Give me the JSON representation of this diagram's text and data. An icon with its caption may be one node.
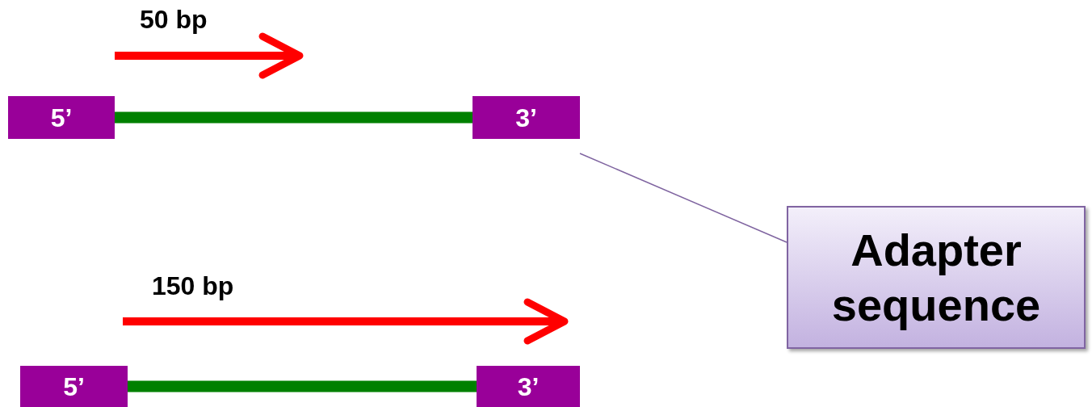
{
  "diagram": {
    "nodes": [
      {
        "text": [
          "5’"
        ]
      },
      {
        "text": [
          "3’"
        ]
      },
      {
        "text": [
          "5’"
        ]
      },
      {
        "text": [
          "3’"
        ]
      },
      {
        "text": [
          "Adapter sequence"
        ]
      }
    ],
    "edges": [
      {
        "from": 0,
        "to": 1,
        "arrow": "none",
        "color": "#008000"
      },
      {
        "from": 2,
        "to": 3,
        "arrow": "none",
        "color": "#008000"
      },
      {
        "from": 4,
        "to": 1,
        "arrow": "none",
        "color": "#7f64a0"
      }
    ],
    "labels": [
      "50 bp",
      "150 bp"
    ]
  }
}
